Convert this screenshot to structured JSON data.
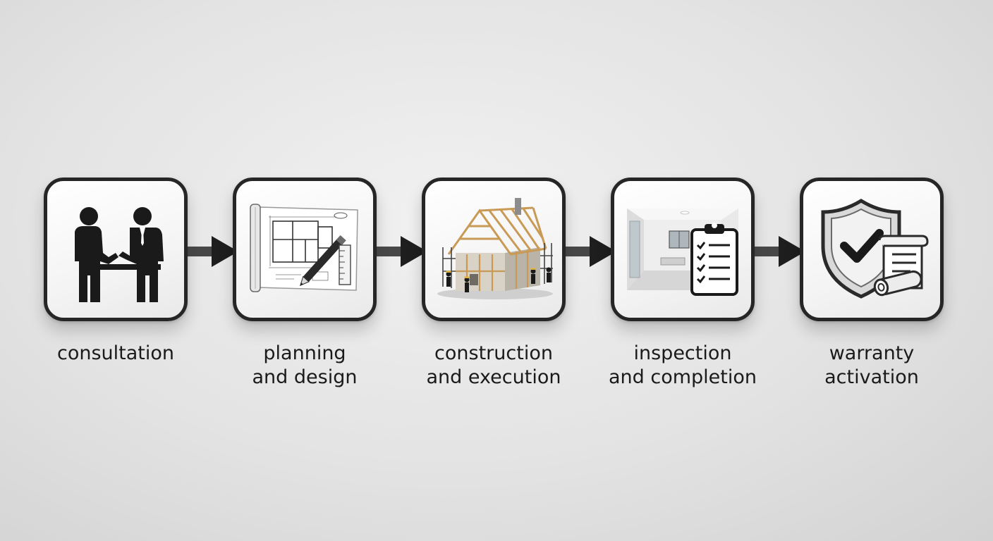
{
  "steps": [
    {
      "label_lines": [
        "consultation"
      ],
      "icon": "handshake-icon"
    },
    {
      "label_lines": [
        "planning",
        "and design"
      ],
      "icon": "blueprint-icon"
    },
    {
      "label_lines": [
        "construction",
        "and execution"
      ],
      "icon": "house-construction-icon"
    },
    {
      "label_lines": [
        "inspection",
        "and completion"
      ],
      "icon": "inspection-checklist-icon"
    },
    {
      "label_lines": [
        "warranty",
        "activation"
      ],
      "icon": "warranty-shield-icon"
    }
  ],
  "colors": {
    "tile_border": "#262626",
    "text": "#1a1a1a",
    "arrow": "#1e1e1e",
    "wood": "#c99a55"
  }
}
